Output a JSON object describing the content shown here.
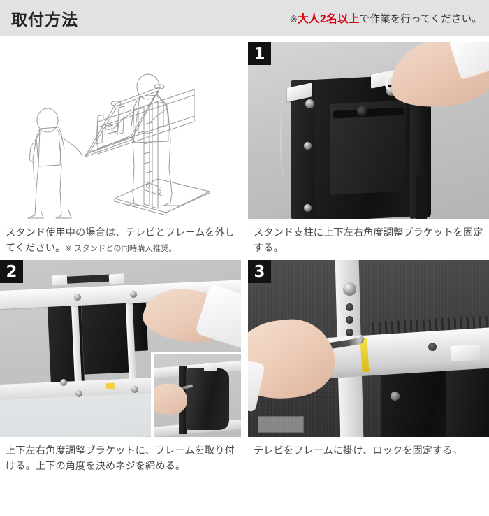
{
  "header": {
    "title": "取付方法",
    "note_mark": "※",
    "note_warn": "大人2名以上",
    "note_rest": "で作業を行ってください。"
  },
  "steps": [
    {
      "number": "",
      "media_type": "illustration",
      "media_name": "stand-removal-illustration",
      "caption_main": "スタンド使用中の場合は、テレビとフレームを外してください。",
      "caption_small": "※ スタンドとの同時購入推奨。"
    },
    {
      "number": "1",
      "media_type": "photo",
      "media_name": "photo-bracket-on-pillar",
      "caption_main": "スタンド支柱に上下左右角度調整ブラケットを固定する。",
      "caption_small": ""
    },
    {
      "number": "2",
      "media_type": "photo",
      "media_name": "photo-frame-to-bracket",
      "caption_main": "上下左右角度調整ブラケットに、フレームを取り付ける。上下の角度を決めネジを締める。",
      "caption_small": ""
    },
    {
      "number": "3",
      "media_type": "photo",
      "media_name": "photo-tv-lock-fix",
      "caption_main": "テレビをフレームに掛け、ロックを固定する。",
      "caption_small": ""
    }
  ],
  "colors": {
    "header_bg": "#e2e2e2",
    "warn_red": "#d9000d",
    "badge_bg": "#121212",
    "text": "#4a4a4a"
  }
}
